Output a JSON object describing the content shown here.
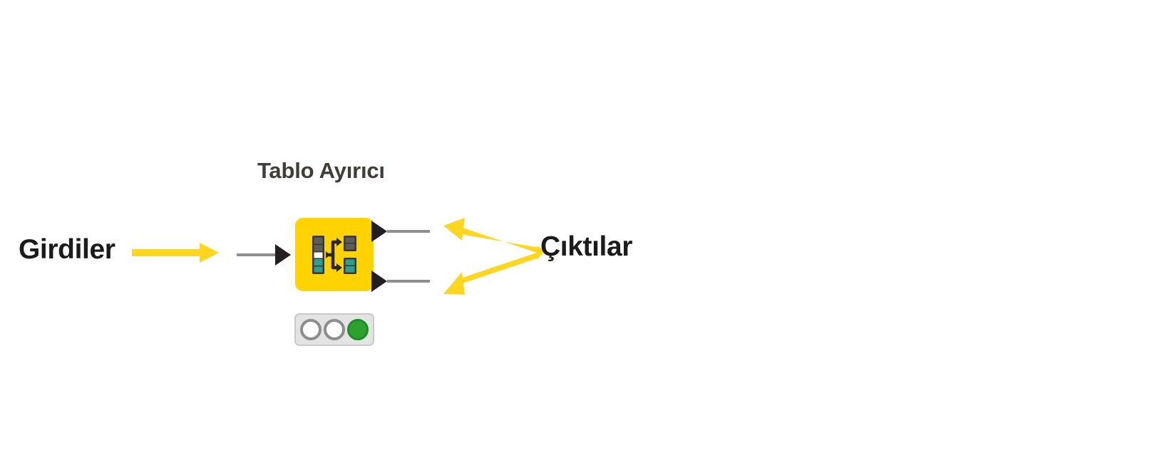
{
  "diagram": {
    "background_color": "#ffffff",
    "accent_color": "#ffd200",
    "node_color": "#ffd200",
    "port_color": "#231f20",
    "title_color": "#3f3c3a",
    "label_color": "#1b1b1b"
  },
  "labels": {
    "inputs": "Girdiler",
    "outputs": "Çıktılar"
  },
  "node": {
    "title": "Tablo Ayırıcı",
    "icon_name": "table-splitter-icon",
    "icon": {
      "source_table": {
        "rows": [
          "#5c5c5c",
          "#5c5c5c",
          "#ffffff",
          "#2f9e8f",
          "#2f9e8f"
        ]
      },
      "output_table_top": {
        "rows": [
          "#5c5c5c",
          "#5c5c5c"
        ]
      },
      "output_table_bottom": {
        "rows": [
          "#2f9e8f",
          "#2f9e8f"
        ]
      },
      "connector": "split-bracket"
    },
    "inputs": [
      {
        "name": "input-port-1",
        "type": "data-table"
      }
    ],
    "outputs": [
      {
        "name": "output-port-1",
        "type": "data-table"
      },
      {
        "name": "output-port-2",
        "type": "data-table"
      }
    ]
  },
  "status": {
    "name": "node-status-traffic-light",
    "lamps": [
      {
        "state": "off",
        "color": "#ffffff"
      },
      {
        "state": "off",
        "color": "#ffffff"
      },
      {
        "state": "active",
        "color": "#2ba22b"
      }
    ],
    "active_index": 2
  },
  "annotations": {
    "input_arrow": {
      "name": "input-annotation-arrow",
      "direction": "right",
      "color": "#ffd61f"
    },
    "output_arrow": {
      "name": "output-annotation-arrow",
      "direction": "left-split",
      "color": "#ffd61f"
    }
  }
}
